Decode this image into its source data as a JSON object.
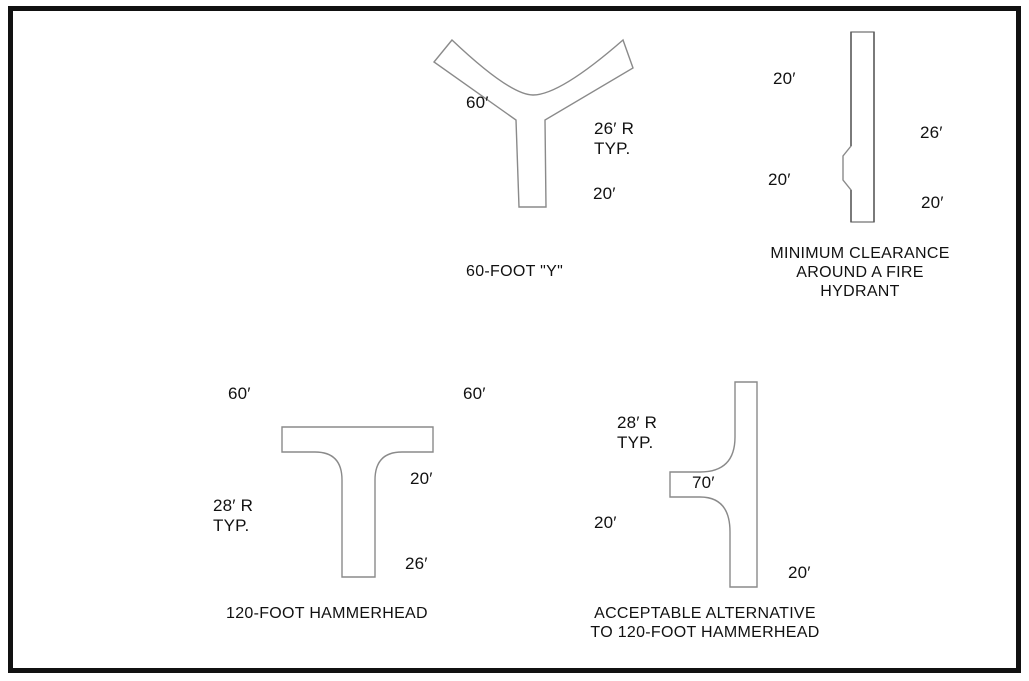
{
  "y_turnaround": {
    "caption": "60-FOOT \"Y\"",
    "arm_length": "60′",
    "radius_line1": "26′ R",
    "radius_line2": "TYP.",
    "width": "20′"
  },
  "hydrant_clearance": {
    "caption_line1": "MINIMUM CLEARANCE",
    "caption_line2": "AROUND A FIRE",
    "caption_line3": "HYDRANT",
    "top_length": "20′",
    "widened_width": "26′",
    "bottom_length": "20′",
    "road_width": "20′"
  },
  "hammerhead": {
    "caption": "120-FOOT HAMMERHEAD",
    "left_arm": "60′",
    "right_arm": "60′",
    "arm_width": "20′",
    "radius_line1": "28′ R",
    "radius_line2": "TYP.",
    "stem_width": "26′"
  },
  "alternative": {
    "caption_line1": "ACCEPTABLE ALTERNATIVE",
    "caption_line2": "TO 120-FOOT HAMMERHEAD",
    "radius_line1": "28′ R",
    "radius_line2": "TYP.",
    "stub_length": "70′",
    "stub_width": "20′",
    "road_width": "20′"
  },
  "colors": {
    "border": "#111111",
    "road_edge": "#8a8a8a",
    "background": "#ffffff"
  }
}
